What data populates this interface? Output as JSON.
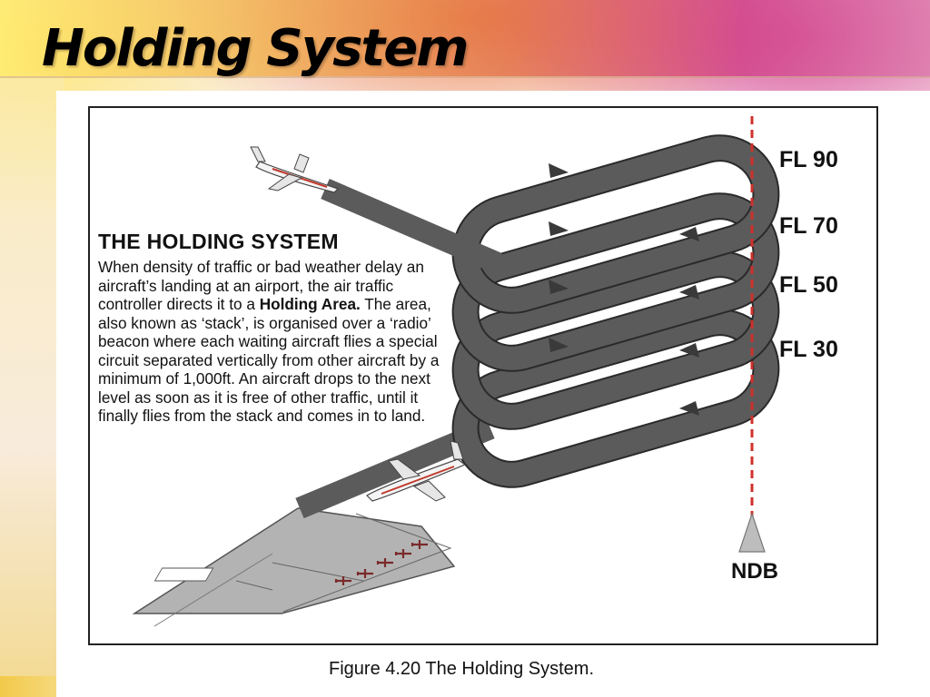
{
  "slide": {
    "title": "Holding System"
  },
  "figure": {
    "heading": "THE HOLDING SYSTEM",
    "body_part1": "When density of traffic or bad weather delay an aircraft’s landing at an airport, the air traffic controller directs it to a ",
    "body_bold": "Holding Area.",
    "body_part2": " The area, also known as ‘stack’, is organised over a ‘radio’ beacon where each waiting aircraft flies a special circuit separated vertically from other aircraft by a minimum of 1,000ft. An aircraft drops to the next level as soon as it is free of other traffic, until it finally flies from the stack and comes in to land.",
    "levels": [
      {
        "label": "FL 90"
      },
      {
        "label": "FL 70"
      },
      {
        "label": "FL 50"
      },
      {
        "label": "FL 30"
      }
    ],
    "beacon_label": "NDB",
    "caption": "Figure 4.20  The Holding System.",
    "colors": {
      "track": "#5b5b5b",
      "track_edge": "#2a2a2a",
      "beacon_line": "#d0302a",
      "runway": "#a8a8a8"
    }
  }
}
